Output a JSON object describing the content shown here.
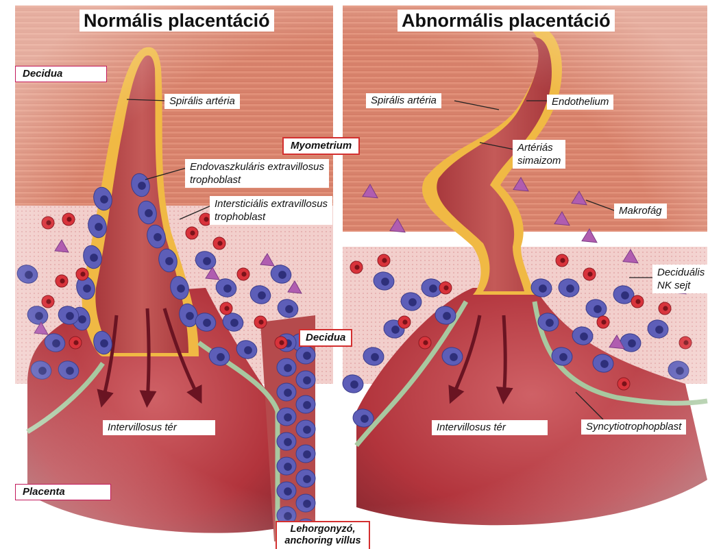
{
  "titles": {
    "normal": "Normális placentáció",
    "abnormal": "Abnormális placentáció"
  },
  "labels": {
    "decidua_left": "Decidua",
    "spiralis_left": "Spirális artéria",
    "myometrium": "Myometrium",
    "endovascular_line1": "Endovaszkuláris extravillosus",
    "endovascular_line2": "trophoblast",
    "interstitial_line1": "Intersticiális extravillosus",
    "interstitial_line2": "trophoblast",
    "decidua_center": "Decidua",
    "intervillosus_left": "Intervillosus tér",
    "placenta": "Placenta",
    "anchoring_line1": "Lehorgonyzó,",
    "anchoring_line2": "anchoring villus",
    "spiralis_right": "Spirális artéria",
    "endothelium": "Endothelium",
    "arterias_line1": "Artériás",
    "arterias_line2": "simaizom",
    "makrofag": "Makrofág",
    "nk_line1": "Deciduális",
    "nk_line2": "NK sejt",
    "intervillosus_right": "Intervillosus tér",
    "syncytio": "Syncytiotrophopblast"
  },
  "colors": {
    "muscle": "#d9836b",
    "muscle_stripe": "#c96e58",
    "decidua_tissue": "#f1c9c6",
    "blood_space": "#b8373f",
    "artery_lumen": "#b54a4c",
    "artery_wall": "#f0b944",
    "trophoblast": "#5d5eb8",
    "nk_cell": "#d8333b",
    "macrophage": "#b05db0",
    "syncytio": "#a8c8a0",
    "border_pink": "#c2185b",
    "border_red": "#d32f2f"
  }
}
